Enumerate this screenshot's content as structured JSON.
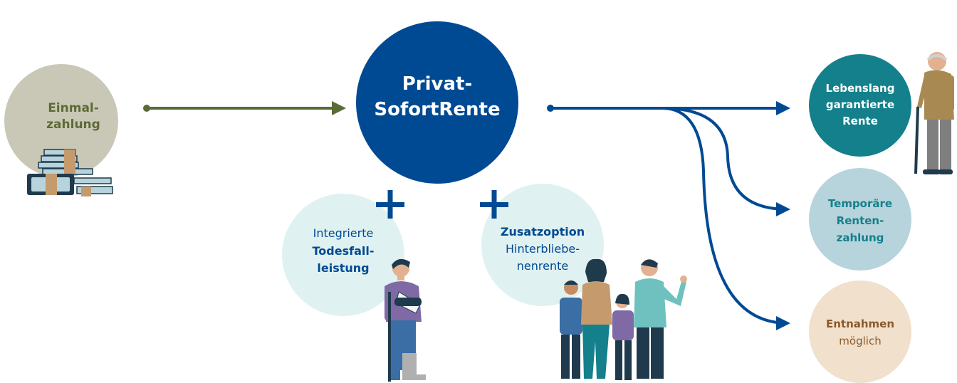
{
  "input": {
    "line1": "Einmal-",
    "line2": "zahlung",
    "icon": "money-stack-icon"
  },
  "product": {
    "line1": "Privat-",
    "line2": "SofortRente"
  },
  "addon_death": {
    "plus": "+",
    "line1": "Integrierte",
    "line2": "Todesfall-",
    "line3": "leistung",
    "illustration": "injured-man-with-cane"
  },
  "addon_survivor": {
    "plus": "+",
    "line1": "Zusatzoption",
    "line2": "Hinterbliebe-",
    "line3": "nenrente",
    "illustration": "family-of-four"
  },
  "outputs": [
    {
      "lines": [
        "Lebenslang",
        "garantierte",
        "Rente"
      ],
      "illustration": "elderly-man-with-cane"
    },
    {
      "lines": [
        "Temporäre",
        "Renten-",
        "zahlung"
      ]
    },
    {
      "lines": [
        "Entnahmen",
        "möglich"
      ]
    }
  ],
  "colors": {
    "navy": "#004a93",
    "olive": "#5b6b35",
    "beige_circle": "#c9c8b6",
    "teal": "#13808b",
    "light_blue": "#b7d3dc",
    "peach": "#f0e0cc",
    "pale_teal": "#e0f1f1",
    "brown_text": "#8b5a2b"
  }
}
